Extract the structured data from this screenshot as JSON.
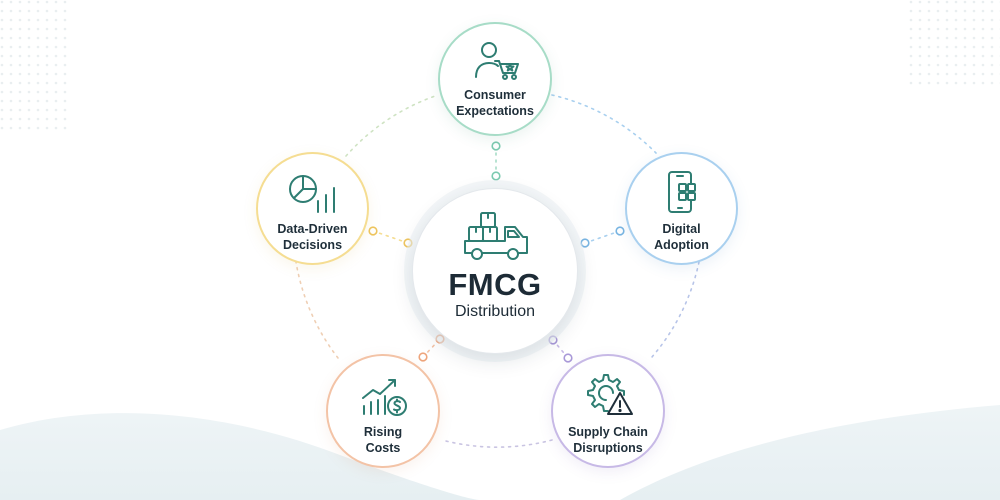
{
  "center": {
    "title": "FMCG",
    "subtitle": "Distribution",
    "icon": "delivery-truck-icon"
  },
  "nodes": [
    {
      "key": "consumer",
      "line1": "Consumer",
      "line2": "Expectations",
      "icon": "shopper-cart-icon",
      "color": "#a7dcc7"
    },
    {
      "key": "digital",
      "line1": "Digital",
      "line2": "Adoption",
      "icon": "smartphone-apps-icon",
      "color": "#a9d0ef"
    },
    {
      "key": "supply",
      "line1": "Supply Chain",
      "line2": "Disruptions",
      "icon": "gear-warning-icon",
      "color": "#c7b9e6"
    },
    {
      "key": "costs",
      "line1": "Rising",
      "line2": "Costs",
      "icon": "rising-cost-chart-icon",
      "color": "#f3c3a6"
    },
    {
      "key": "data",
      "line1": "Data-Driven",
      "line2": "Decisions",
      "icon": "pie-bar-chart-icon",
      "color": "#f5dd92"
    }
  ],
  "colors": {
    "icon_stroke": "#2e7d72",
    "text": "#1f2f3a",
    "warning": "#1f2f3a"
  }
}
